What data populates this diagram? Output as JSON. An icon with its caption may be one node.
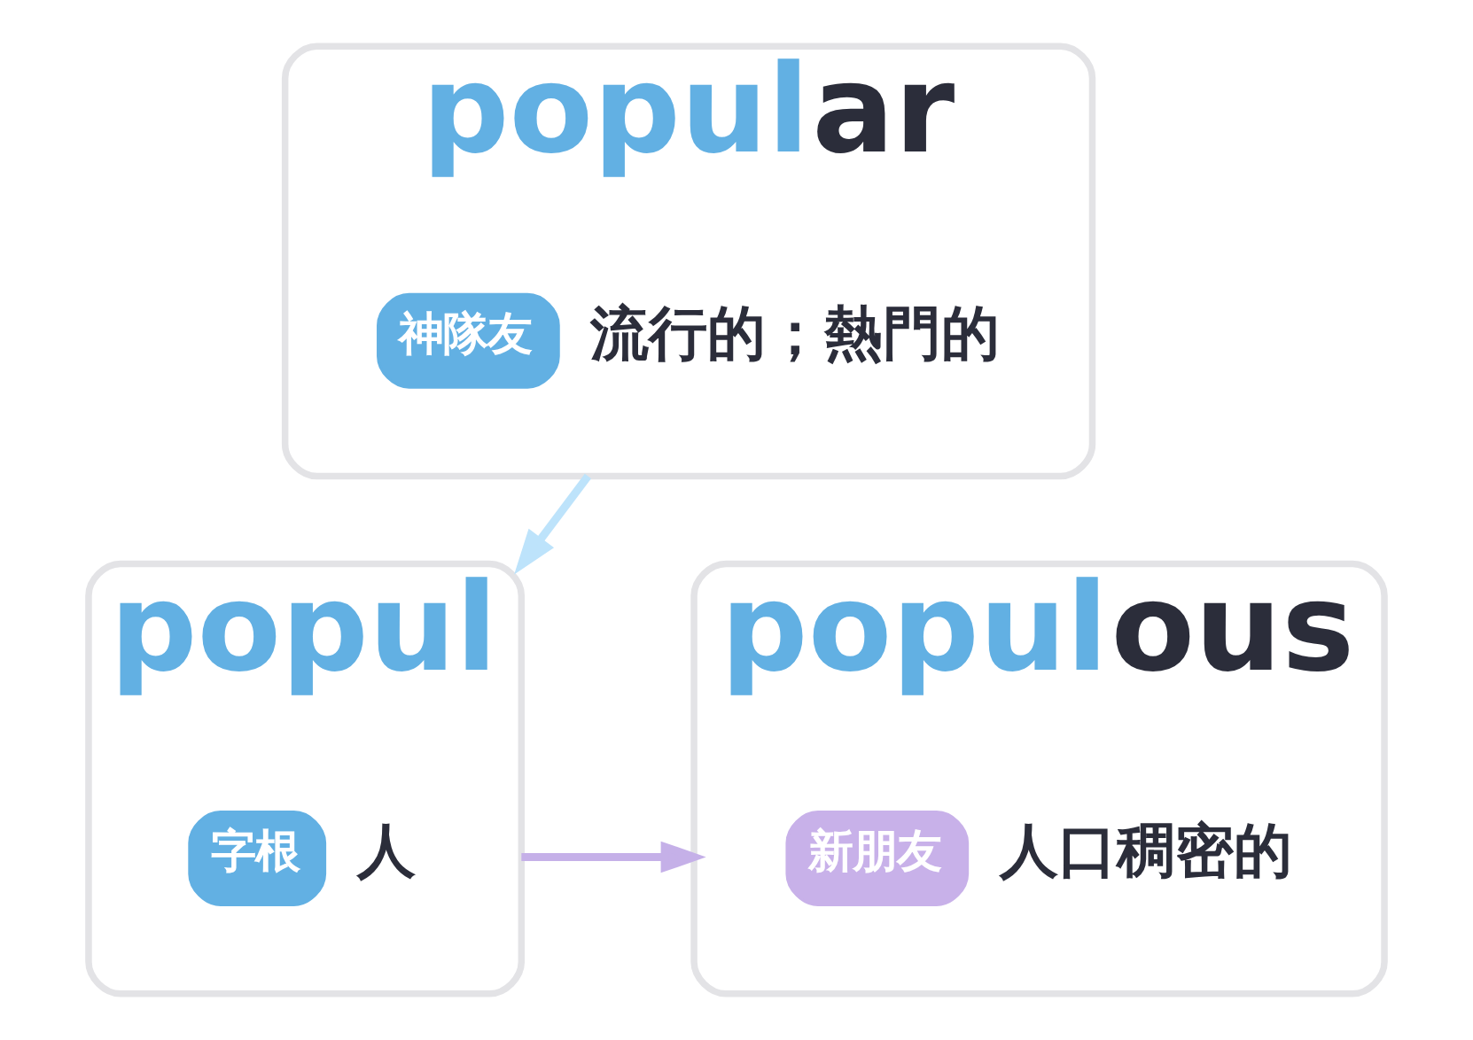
{
  "diagram": {
    "nodes": [
      {
        "text": [
          "popular"
        ]
      },
      {
        "text": [
          "神隊友"
        ],
        "in": 0,
        "beside": [
          "流行的；熱門的"
        ]
      },
      {
        "text": [
          "popul"
        ]
      },
      {
        "text": [
          "字根"
        ],
        "in": 2,
        "beside": [
          "人"
        ]
      },
      {
        "text": [
          "populous"
        ]
      },
      {
        "text": [
          "新朋友"
        ],
        "in": 4,
        "beside": [
          "人口稠密的"
        ]
      }
    ],
    "edges": [
      {
        "from": 0,
        "to": 2,
        "arrow": "to",
        "color": "#bde3fb"
      },
      {
        "from": 2,
        "to": 4,
        "arrow": "to",
        "color": "#c5b0e8"
      }
    ]
  }
}
